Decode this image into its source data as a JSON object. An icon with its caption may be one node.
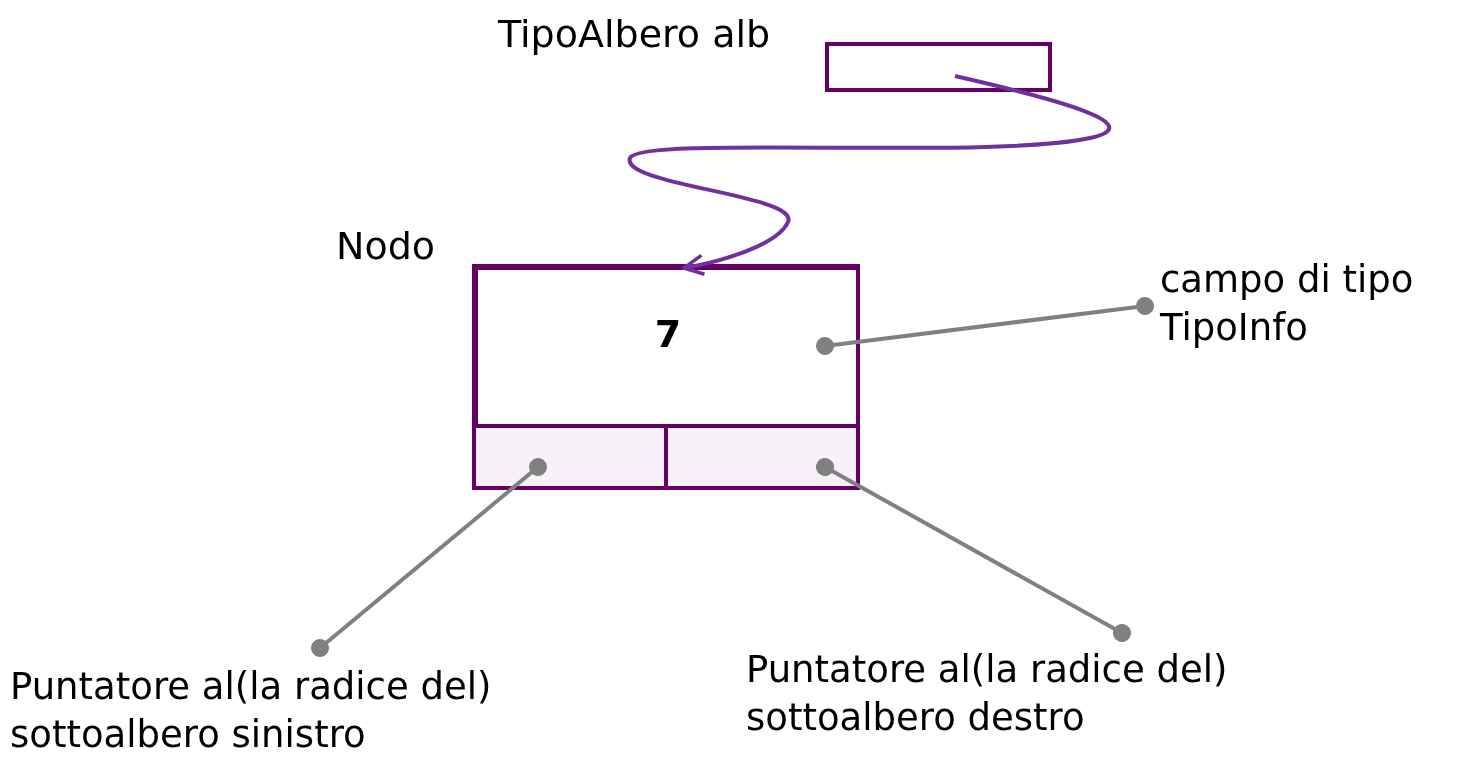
{
  "diagram": {
    "nodes": [
      {
        "text": [
          "TipoAlbero alb"
        ]
      },
      {
        "text": [
          "Nodo"
        ]
      },
      {
        "text": [
          "7"
        ],
        "in": 1
      },
      {
        "text": [],
        "shape": "box",
        "in": 1
      },
      {
        "text": [],
        "shape": "box",
        "in": 1
      },
      {
        "text": [
          "campo di tipo TipoInfo"
        ]
      },
      {
        "text": [
          "Puntatore al(la radice del) sottoalbero sinistro"
        ]
      },
      {
        "text": [
          "Puntatore al(la radice del) sottoalbero destro"
        ]
      }
    ],
    "edges": [
      {
        "from": 0,
        "to": 1,
        "arrow": "to",
        "color": "#7030a0"
      },
      {
        "from": 5,
        "to": 2,
        "arrow": "other"
      },
      {
        "from": 6,
        "to": 3,
        "arrow": "other"
      },
      {
        "from": 7,
        "to": 4,
        "arrow": "other"
      }
    ]
  }
}
